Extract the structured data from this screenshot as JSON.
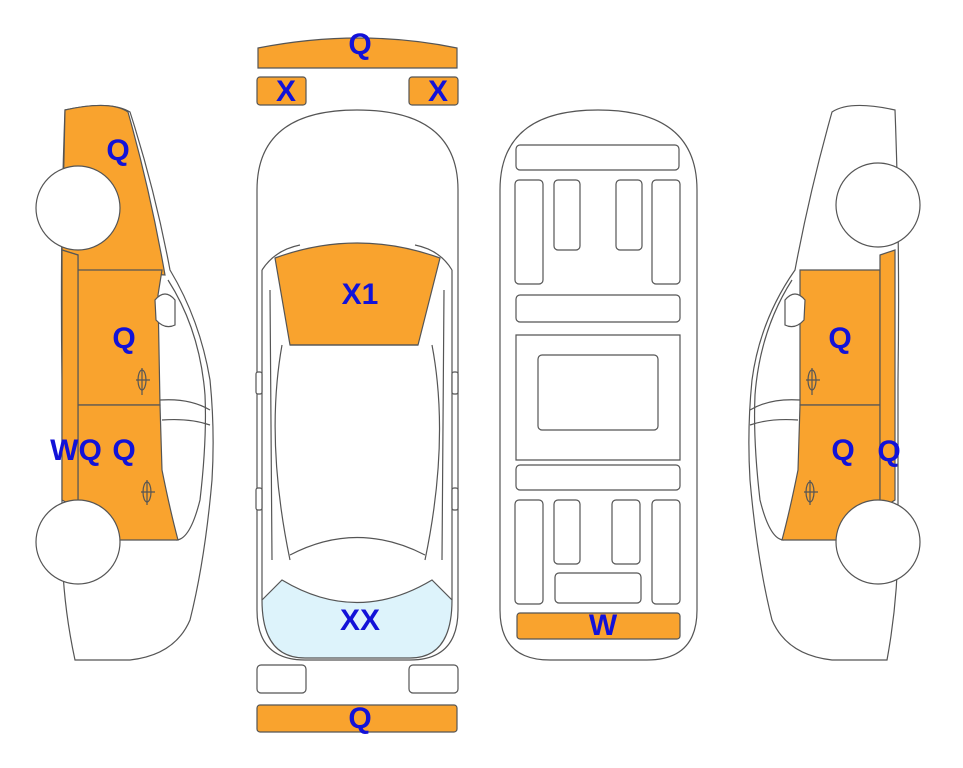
{
  "colors": {
    "damage": "#F9A32E",
    "glass_damage": "#DDF3FB",
    "label": "#1212D8",
    "outline": "#555555",
    "background": "#FFFFFF"
  },
  "markers": {
    "front_bumper": "Q",
    "headlight_left": "X",
    "headlight_right": "X",
    "windshield": "X1",
    "rear_window": "XX",
    "rear_bumper": "Q",
    "underbody_rear": "W",
    "left_fender": "Q",
    "left_front_door": "Q",
    "left_rear_door": "Q",
    "left_sill": "WQ",
    "right_front_door": "Q",
    "right_rear_door": "Q",
    "right_sill": "Q"
  }
}
